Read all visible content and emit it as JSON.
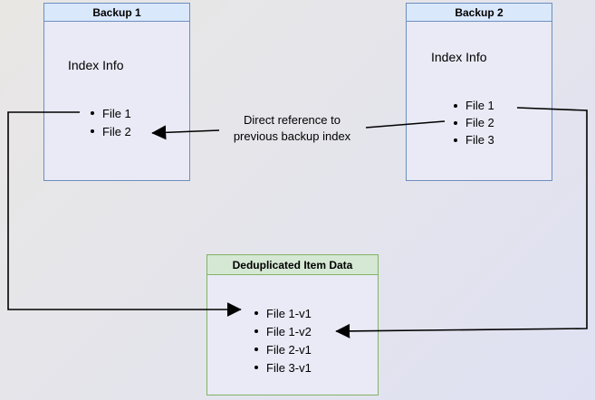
{
  "diagram": {
    "backup1": {
      "title": "Backup 1",
      "section": "Index Info",
      "files": [
        "File 1",
        "File 2"
      ]
    },
    "backup2": {
      "title": "Backup 2",
      "section": "Index Info",
      "files": [
        "File 1",
        "File 2",
        "File 3"
      ]
    },
    "dedup": {
      "title": "Deduplicated Item Data",
      "files": [
        "File 1-v1",
        "File 1-v2",
        "File 2-v1",
        "File 3-v1"
      ]
    },
    "annotation": {
      "line1": "Direct reference to",
      "line2": "previous backup index"
    },
    "colors": {
      "backup_header_fill": "#dae8fc",
      "backup_border": "#6c8ebf",
      "dedup_header_fill": "#d5e8d4",
      "dedup_border": "#82b366",
      "connector": "#000000",
      "box_fill": "#e9eaf5"
    }
  }
}
